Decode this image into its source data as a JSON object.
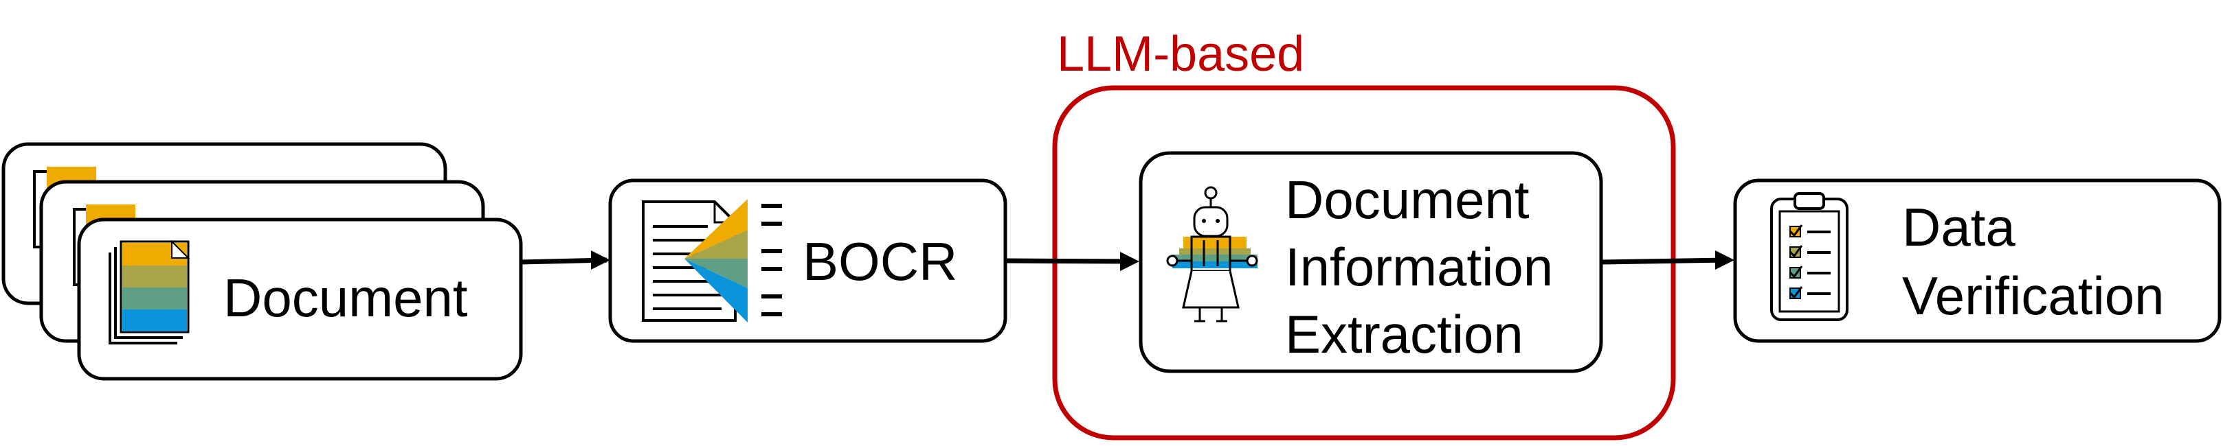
{
  "group": {
    "label": "LLM-based",
    "color": "#c00000"
  },
  "nodes": {
    "document": {
      "label": "Document"
    },
    "bocr": {
      "label": "BOCR"
    },
    "extraction": {
      "lines": [
        "Document",
        "Information",
        "Extraction"
      ]
    },
    "verification": {
      "lines": [
        "Data",
        "Verification"
      ]
    }
  },
  "colors": {
    "stripe_yellow": "#f0ab00",
    "stripe_olive": "#a8a448",
    "stripe_green": "#5f9f85",
    "stripe_blue": "#0a94d9",
    "frame_red": "#c00000",
    "stroke": "#000000"
  },
  "icons": {
    "document": "stacked-document-icon",
    "bocr": "text-scan-icon",
    "extraction": "robot-icon",
    "verification": "clipboard-checklist-icon"
  }
}
